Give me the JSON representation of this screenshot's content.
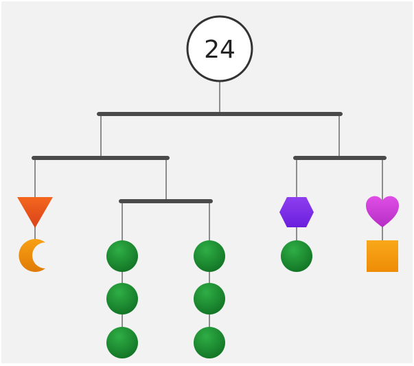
{
  "puzzle": {
    "total_weight": "24",
    "colors": {
      "background": "#f2f2f2",
      "string": "#8c8c8c",
      "bar": "#4a4a4a",
      "triangle": "#ee5a1f",
      "moon": "#f08c0a",
      "ball": "#1a8a2e",
      "hexagon": "#7a2ee8",
      "heart": "#d63ed6",
      "square": "#f59a0a"
    },
    "hanging_shapes": [
      {
        "group": "left-outer",
        "shapes": [
          "triangle",
          "moon"
        ]
      },
      {
        "group": "left-inner-a",
        "shapes": [
          "ball",
          "ball",
          "ball"
        ]
      },
      {
        "group": "left-inner-b",
        "shapes": [
          "ball",
          "ball",
          "ball"
        ]
      },
      {
        "group": "right-a",
        "shapes": [
          "hexagon",
          "ball"
        ]
      },
      {
        "group": "right-b",
        "shapes": [
          "heart",
          "square"
        ]
      }
    ]
  }
}
